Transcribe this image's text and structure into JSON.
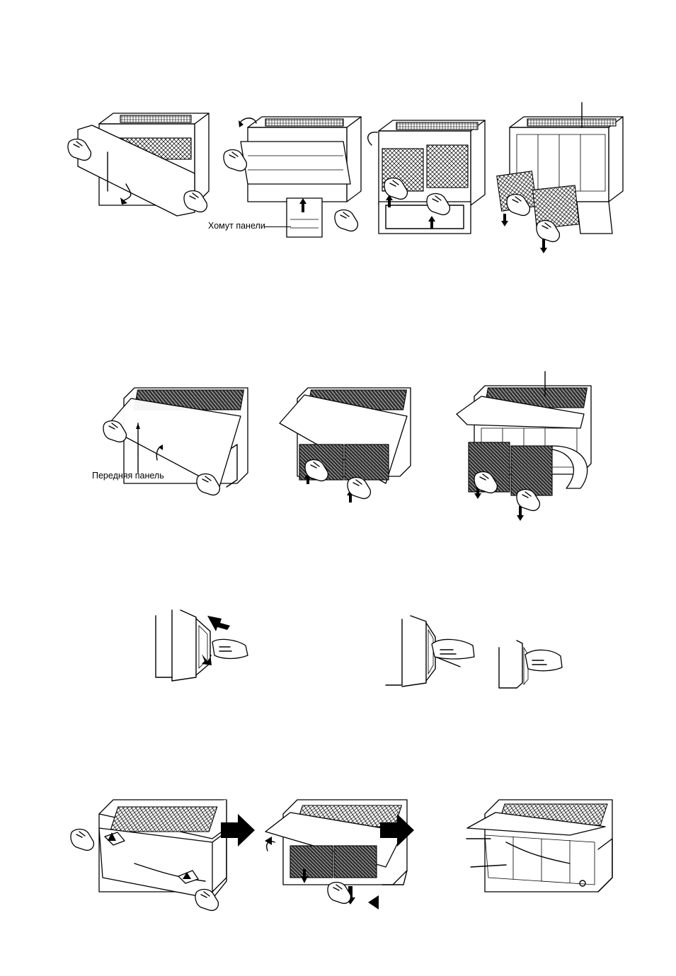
{
  "labels": {
    "panel_clamp": "Хомут панели",
    "front_panel": "Передняя панель"
  },
  "figures": {
    "row1": [
      "remove-front-panel",
      "release-panel-clamp",
      "lift-filters-up",
      "pull-filters-down"
    ],
    "row2": [
      "lift-front-panel",
      "remove-filters",
      "pull-filters-out"
    ],
    "row3": [
      "side-cover-press",
      "side-cover-pull",
      "side-cover-detail"
    ],
    "row4": [
      "open-panel",
      "remove-filters",
      "filters-removed"
    ]
  },
  "icons": {
    "arrow_step": "right-arrow-icon"
  },
  "colors": {
    "ink": "#000000",
    "paper": "#ffffff"
  }
}
